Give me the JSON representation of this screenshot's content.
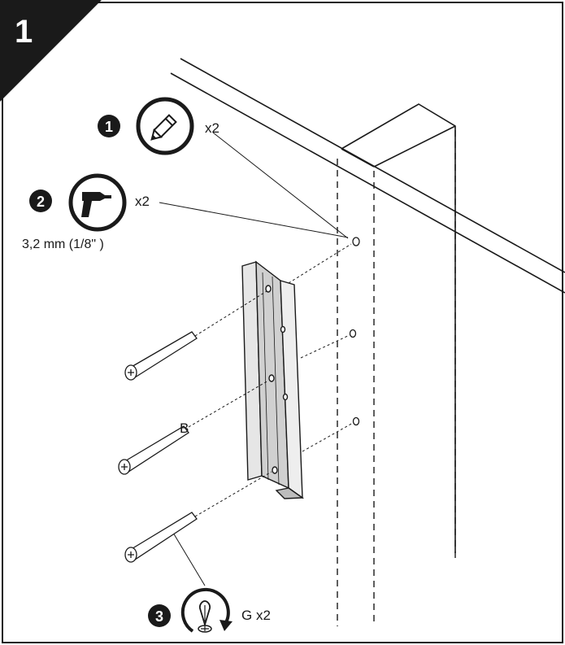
{
  "step": {
    "number": "1"
  },
  "items": [
    {
      "badge": "1",
      "icon": "pencil-icon",
      "qty": "x2",
      "sub": ""
    },
    {
      "badge": "2",
      "icon": "drill-icon",
      "qty": "x2",
      "sub": "3,2 mm (1/8\" )"
    },
    {
      "badge": "3",
      "icon": "screwdriver-icon",
      "qty": "G x2",
      "sub": ""
    }
  ],
  "part_label": "B",
  "colors": {
    "ink": "#1a1a1a",
    "paper": "#ffffff",
    "metal": "#d8d8d8"
  }
}
